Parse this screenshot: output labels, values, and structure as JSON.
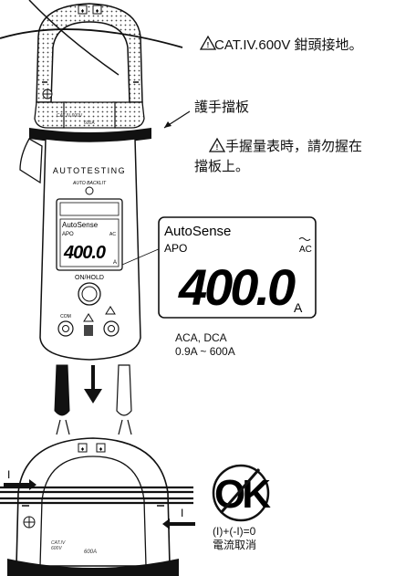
{
  "callouts": {
    "cat_rating": "CAT.IV.600V 鉗頭接地。",
    "hand_guard": "護手擋板",
    "caution_line1": "手握量表時，請勿握在",
    "caution_line2": "擋板上。"
  },
  "meter": {
    "brand": "AUTOTESTING",
    "backlight_label": "AUTO BACKLIT",
    "mode": "AutoSense",
    "apo": "APO",
    "reading": "400.0",
    "unit": "A",
    "ac_symbol": "AC",
    "button_label": "ON/HOLD",
    "terminal_com": "COM",
    "clamp_rating": "600A",
    "clamp_cat": "CAT.IV",
    "clamp_cat_volts": "600V"
  },
  "zoom_display": {
    "mode": "AutoSense",
    "apo": "APO",
    "reading": "400.0",
    "unit": "A",
    "ac_symbol": "AC"
  },
  "spec": {
    "line1": "ACA, DCA",
    "line2": "0.9A ~ 600A"
  },
  "lower_clamp": {
    "arrow_label_left": "I",
    "arrow_label_right": "I",
    "cat_label": "CAT.IV",
    "cat_volts": "600V",
    "rating": "600A",
    "ok_symbol": "OK",
    "formula": "(I)+(-I)=0",
    "cancel_text": "電流取消"
  }
}
